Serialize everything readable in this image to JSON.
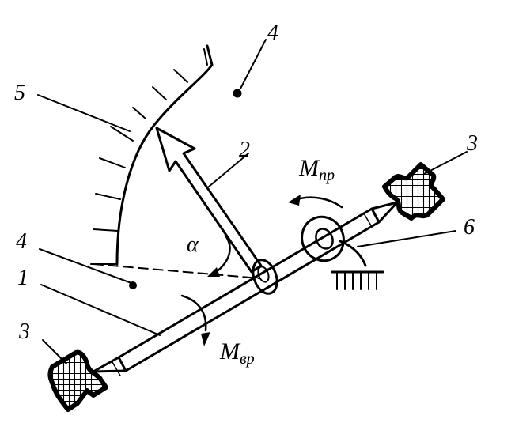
{
  "labels": {
    "l1": "1",
    "l2": "2",
    "l3_top": "3",
    "l3_bottom": "3",
    "l4_top": "4",
    "l4_bottom": "4",
    "l5": "5",
    "l6": "6",
    "alpha": "α",
    "m_pr_main": "M",
    "m_pr_sub": "пр",
    "m_vr_main": "M",
    "m_vr_sub": "вр"
  },
  "colors": {
    "ink": "#000000",
    "background": "#ffffff"
  },
  "scale": {
    "tick_count": 9
  }
}
